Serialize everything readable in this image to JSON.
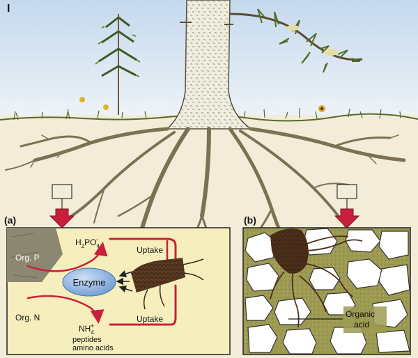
{
  "figure": {
    "corner_label": "I",
    "panel_a_label": "(a)",
    "panel_b_label": "(b)"
  },
  "panel_a": {
    "org_p": "Org. P",
    "org_n": "Org. N",
    "enzyme": "Enzyme",
    "phosphate_base": "H",
    "phosphate_sub": "2",
    "phosphate_po": "PO",
    "phosphate_sub4": "4",
    "phosphate_charge": "-",
    "ammonium_base": "NH",
    "ammonium_sub": "4",
    "ammonium_charge": "+",
    "uptake_top": "Uptake",
    "uptake_bottom": "Uptake",
    "peptides": "peptides",
    "amino_acids": "amino acids"
  },
  "panel_b": {
    "organic": "Organic",
    "acid": "acid"
  },
  "colors": {
    "sky": "#dbe8f4",
    "soil": "#f2e9d3",
    "panel_a_bg": "#f6efbd",
    "panel_b_bg": "#9d9a52",
    "arrow_red": "#c8203c",
    "enzyme_blue": "#8eb4e0",
    "trunk": "#eeeadb",
    "org_box": "#8c8770"
  }
}
